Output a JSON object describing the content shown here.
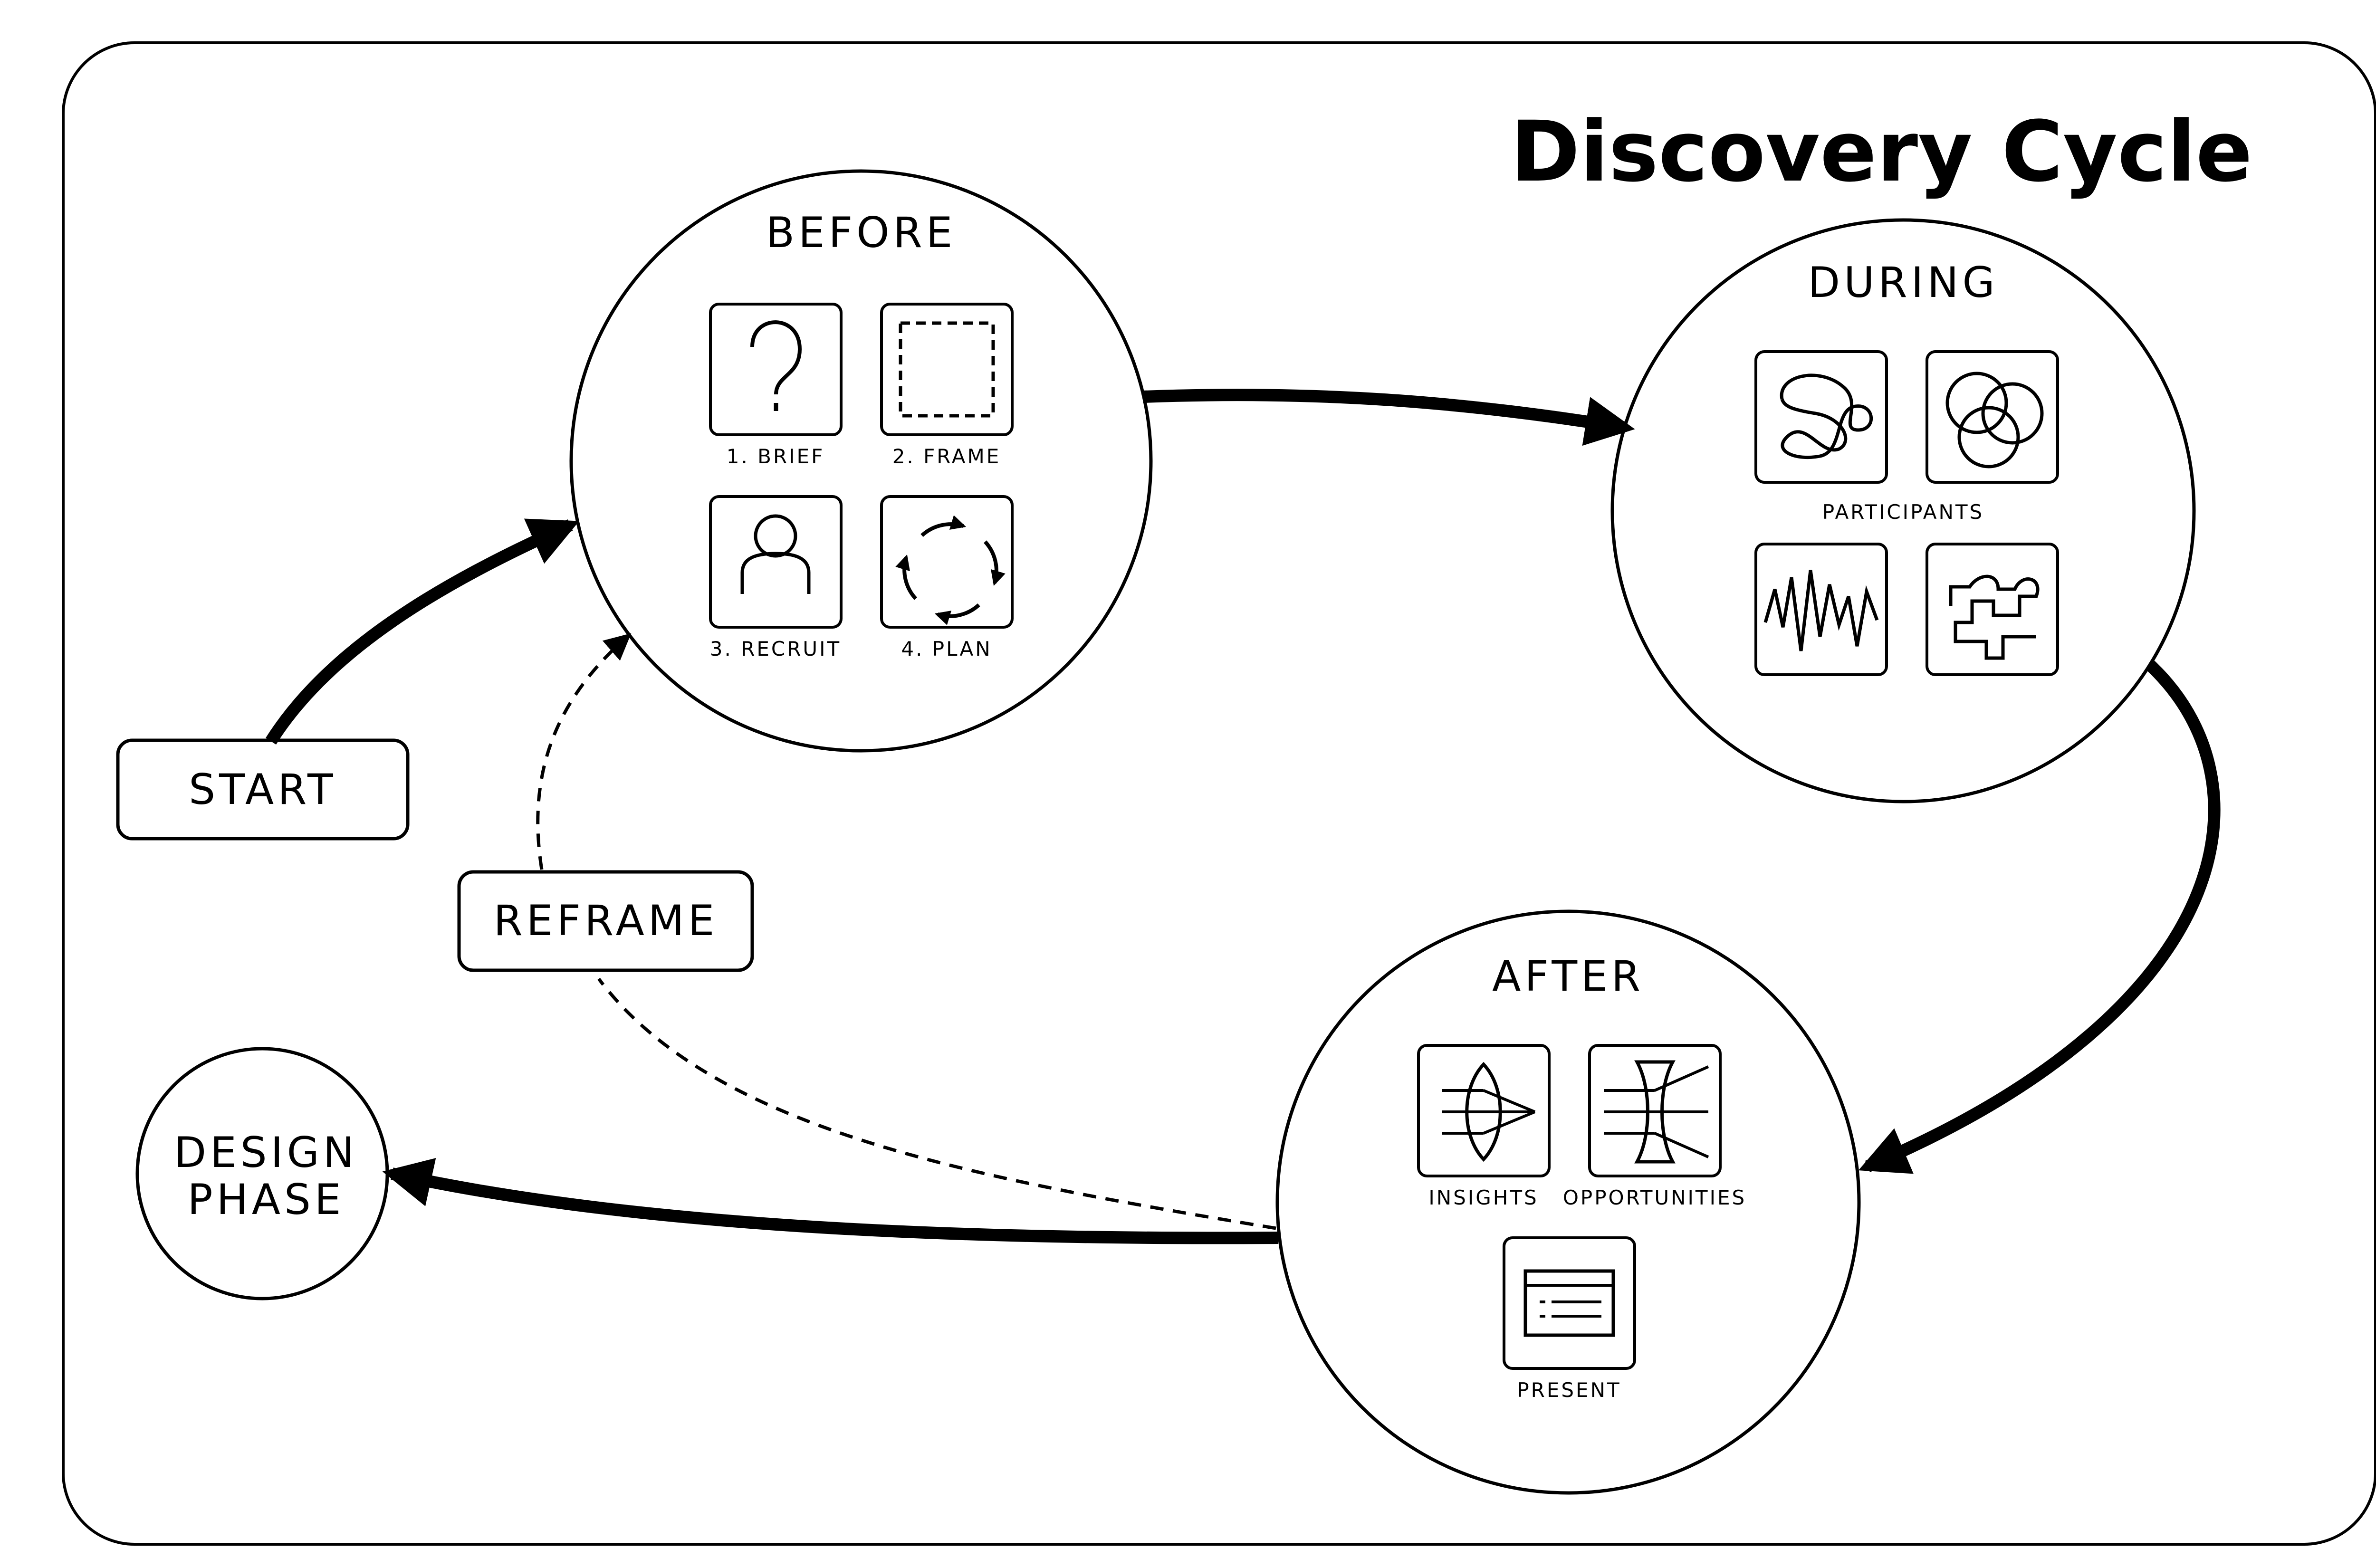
{
  "title": "Discovery Cycle",
  "nodes": {
    "before": {
      "label": "BEFORE",
      "steps": [
        {
          "label": "1. BRIEF",
          "icon": "question-mark-icon"
        },
        {
          "label": "2. FRAME",
          "icon": "dashed-square-icon"
        },
        {
          "label": "3. RECRUIT",
          "icon": "person-icon"
        },
        {
          "label": "4. PLAN",
          "icon": "cycle-arrows-icon"
        }
      ]
    },
    "during": {
      "label": "DURING",
      "group_label": "PARTICIPANTS",
      "icons": [
        "scribble-icon",
        "overlapping-circles-icon",
        "zigzag-wave-icon",
        "maze-path-icon"
      ]
    },
    "after": {
      "label": "AFTER",
      "steps": [
        {
          "label": "INSIGHTS",
          "icon": "convex-lens-icon"
        },
        {
          "label": "OPPORTUNITIES",
          "icon": "concave-lens-icon"
        },
        {
          "label": "PRESENT",
          "icon": "presentation-screen-icon"
        }
      ]
    },
    "start": {
      "label": "START"
    },
    "reframe": {
      "label": "REFRAME"
    },
    "design_phase": {
      "line1": "DESIGN",
      "line2": "PHASE"
    }
  },
  "colors": {
    "ink": "#000000",
    "background": "#ffffff"
  }
}
